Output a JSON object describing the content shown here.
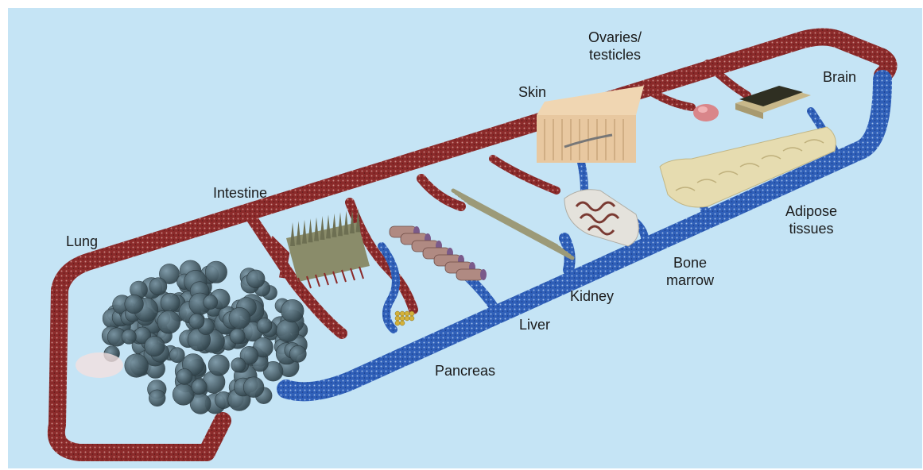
{
  "colors": {
    "background": "#c5e4f5",
    "artery": "#8b2a2a",
    "vein": "#2f5fb8",
    "lung": "#4a6270"
  },
  "labels": {
    "lung": "Lung",
    "intestine": "Intestine",
    "skin": "Skin",
    "ovaries": "Ovaries/\ntesticles",
    "brain": "Brain",
    "adipose": "Adipose\ntissues",
    "bone_marrow": "Bone\nmarrow",
    "kidney": "Kidney",
    "liver": "Liver",
    "pancreas": "Pancreas"
  }
}
